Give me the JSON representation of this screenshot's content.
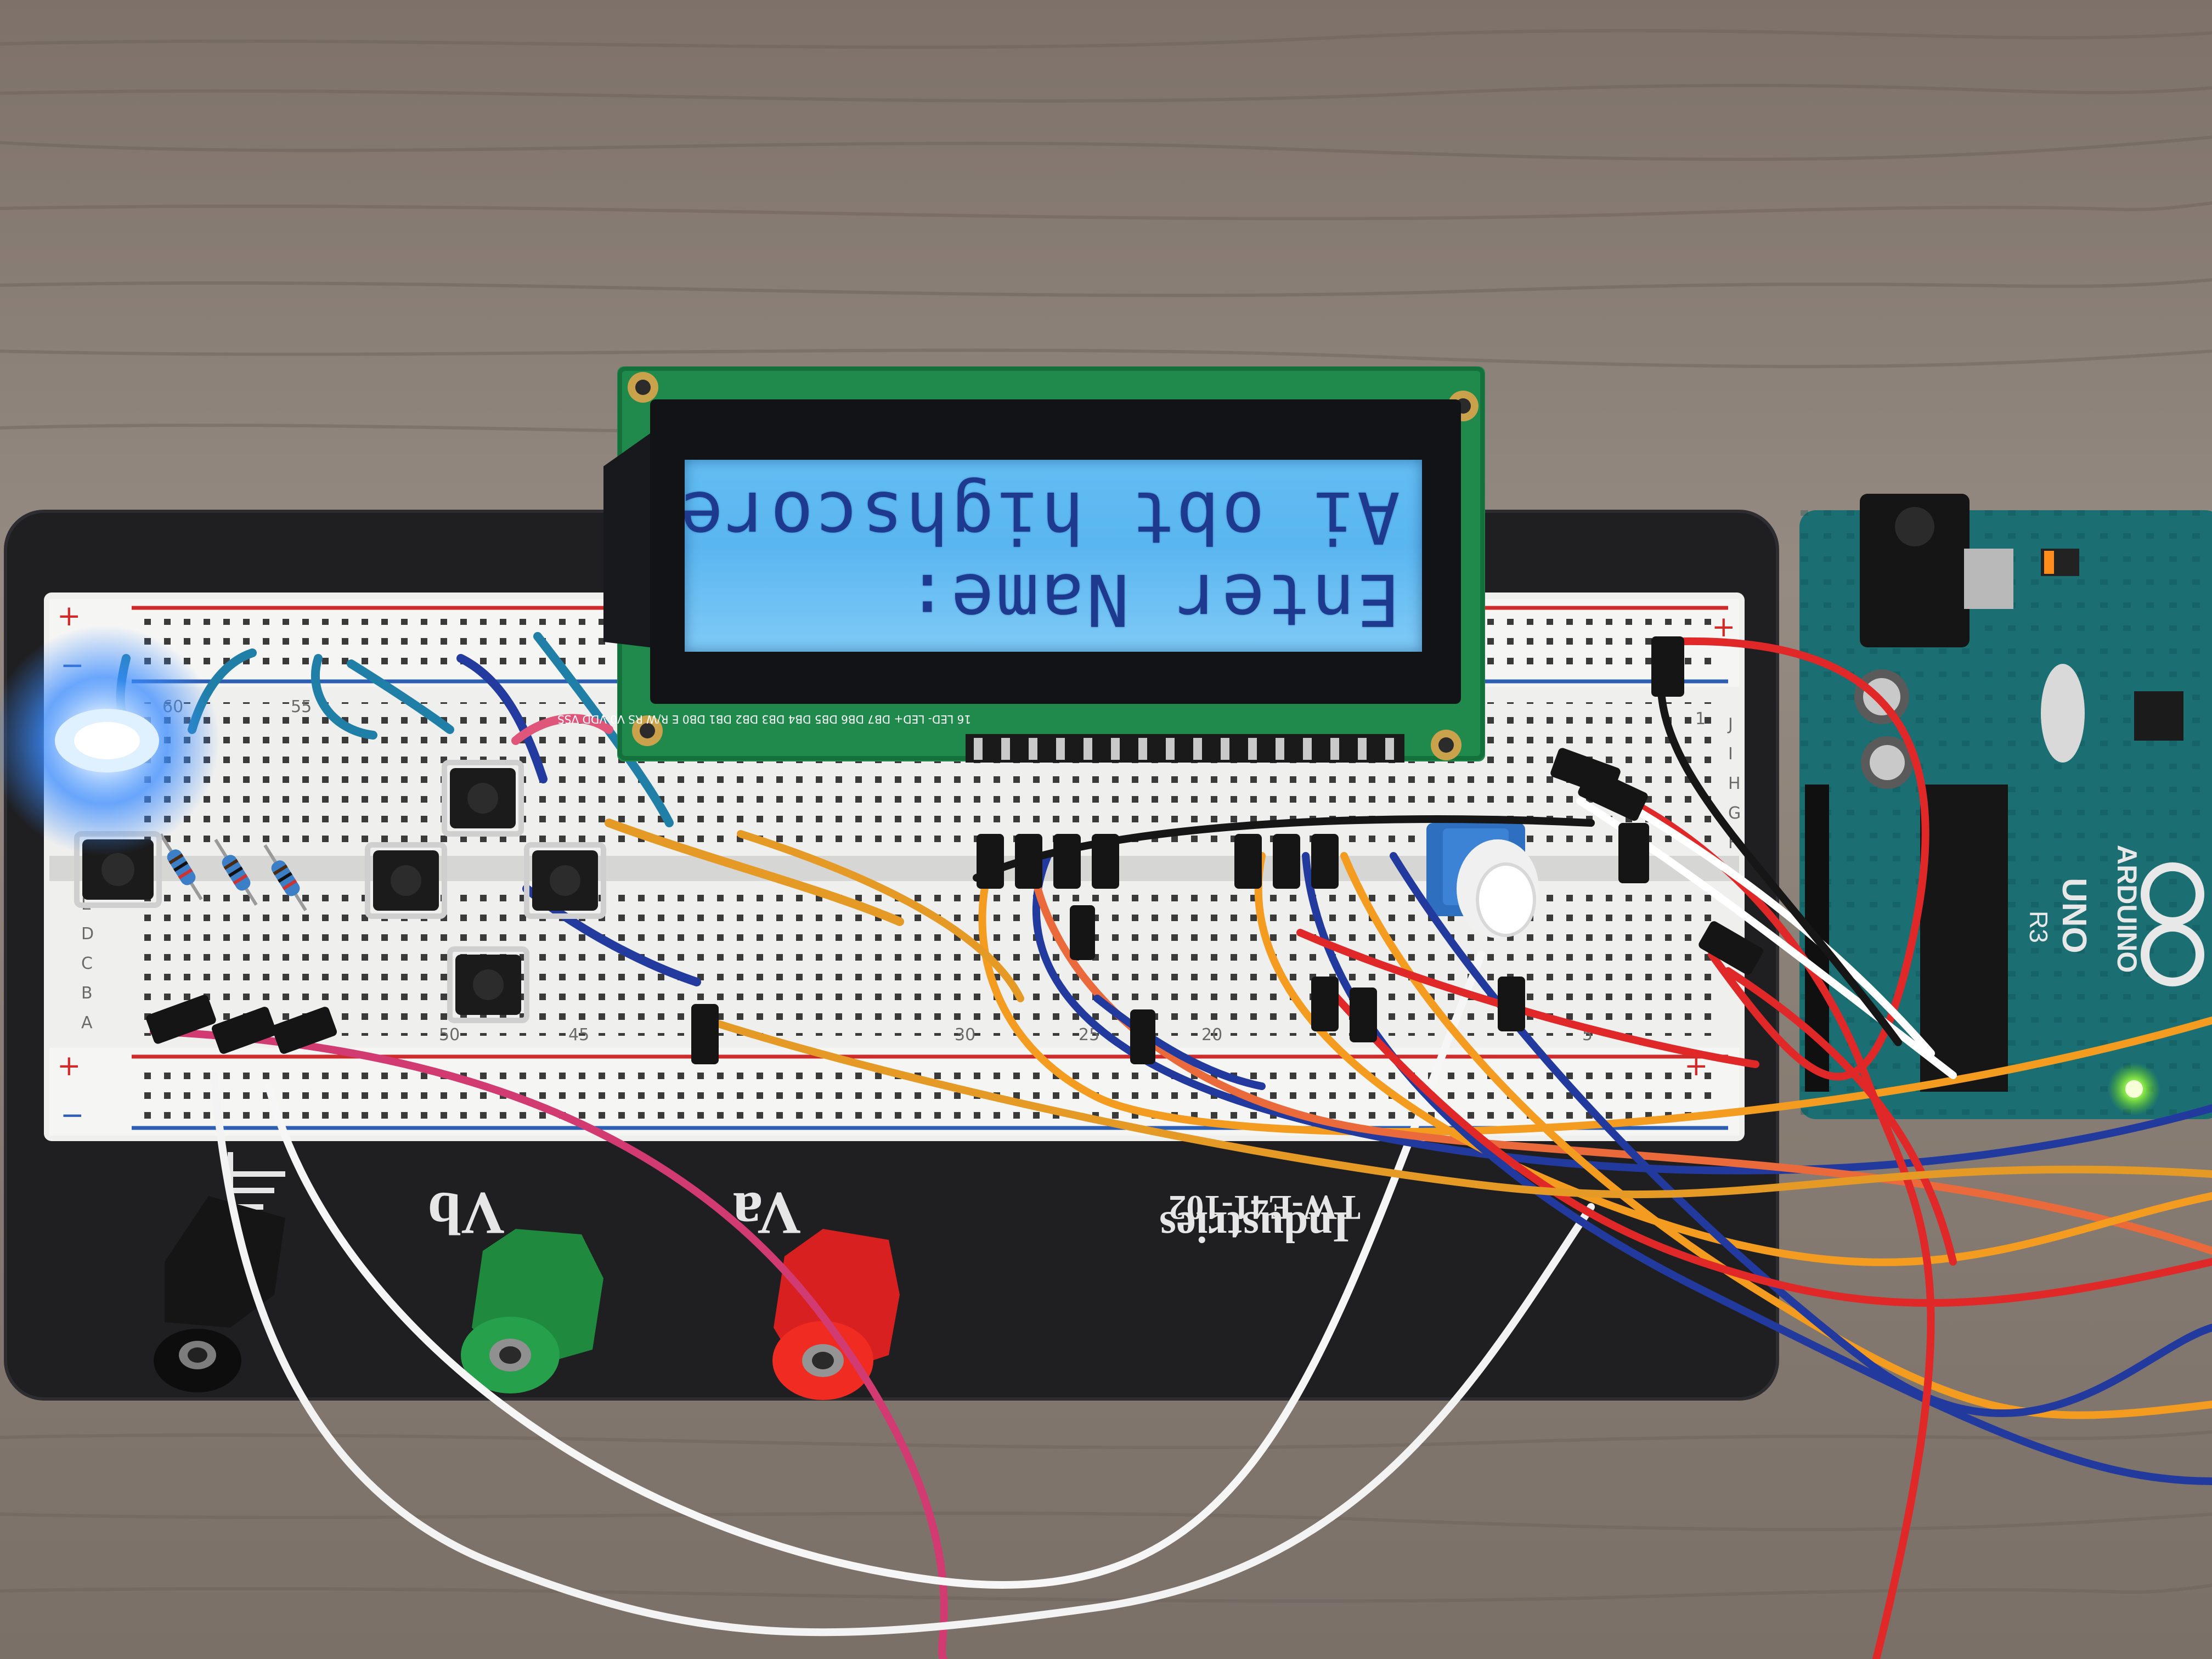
{
  "lcd": {
    "line1": "Enter Name:",
    "line2": "Ai obt highscore",
    "pin_labels": "16 LED- LED+ DB7 DB6 DB5 DB4 DB3 DB2 DB1 DB0 E R/W RS V0 VDD VSS"
  },
  "breadboard": {
    "label_vb": "Vb",
    "label_va": "Va",
    "brand_partial": "TW-E41-102",
    "brand_line2": "Industries",
    "row_numbers": [
      "60",
      "55",
      "50",
      "45",
      "30",
      "25",
      "20",
      "5",
      "1"
    ],
    "row_letters_top": [
      "J",
      "I",
      "H",
      "G",
      "F"
    ],
    "row_letters_bottom": [
      "E",
      "D",
      "C",
      "B",
      "A"
    ],
    "rail_plus": "+",
    "rail_minus": "−"
  },
  "arduino": {
    "model": "UNO",
    "brand": "ARDUINO",
    "revision": "R3"
  },
  "colors": {
    "wood": "#8a8076",
    "lcd_backlight": "#6fc1f4",
    "lcd_text": "#1d3a8e",
    "pcb_green": "#1f8a4c",
    "arduino_teal": "#1b6f73",
    "led_blue": "#3b8cff"
  }
}
